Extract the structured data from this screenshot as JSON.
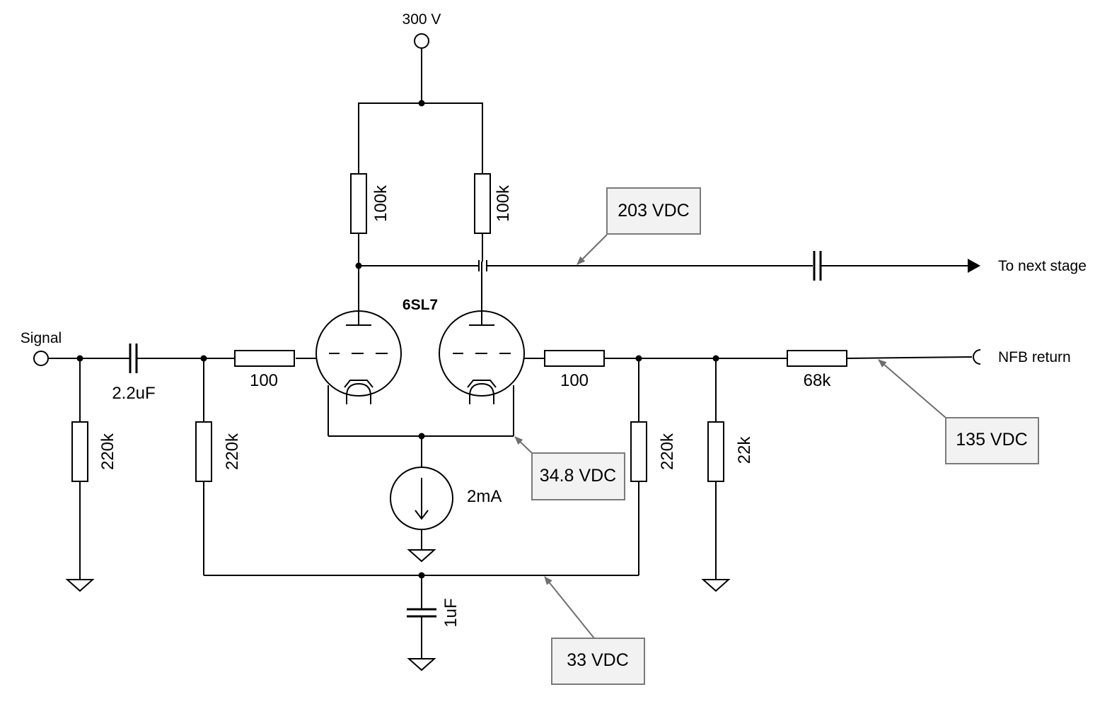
{
  "supply": {
    "voltage_label": "300 V"
  },
  "terminals": {
    "signal": "Signal",
    "next_stage": "To next stage",
    "nfb_return": "NFB return"
  },
  "tube": {
    "name": "6SL7"
  },
  "components": {
    "r_plate_left": "100k",
    "r_plate_right": "100k",
    "c_input": "2.2uF",
    "r_input_shunt": "220k",
    "r_grid_bias_left": "220k",
    "r_grid_stop_left": "100",
    "r_grid_stop_right": "100",
    "r_grid_bias_right": "220k",
    "r_nfb_shunt": "22k",
    "r_nfb_series": "68k",
    "ccs": "2mA",
    "c_bias_bypass": "1uF"
  },
  "callouts": {
    "plate_voltage": "203 VDC",
    "cathode_voltage": "34.8 VDC",
    "nfb_voltage": "135 VDC",
    "bias_voltage": "33 VDC"
  }
}
